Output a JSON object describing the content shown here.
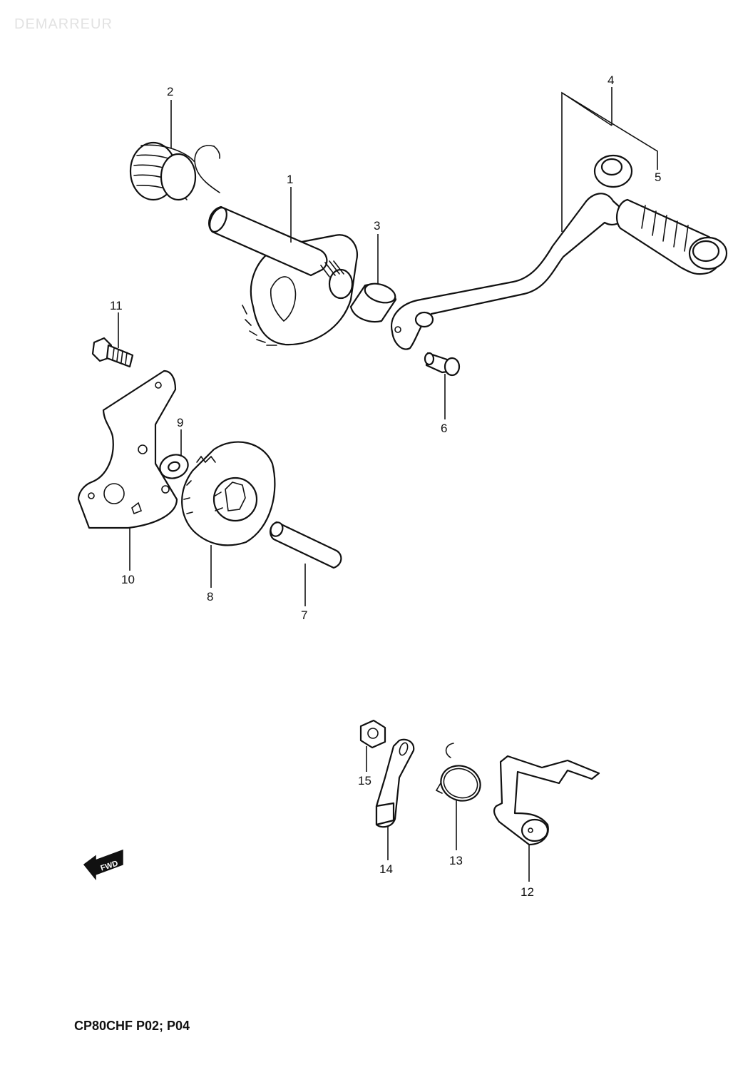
{
  "watermark": "DEMARREUR",
  "footer": "CP80CHF P02; P04",
  "fwd_label": "FWD",
  "callouts": {
    "p1": "1",
    "p2": "2",
    "p3": "3",
    "p4": "4",
    "p5": "5",
    "p6": "6",
    "p7": "7",
    "p8": "8",
    "p9": "9",
    "p10": "10",
    "p11": "11",
    "p12": "12",
    "p13": "13",
    "p14": "14",
    "p15": "15"
  }
}
